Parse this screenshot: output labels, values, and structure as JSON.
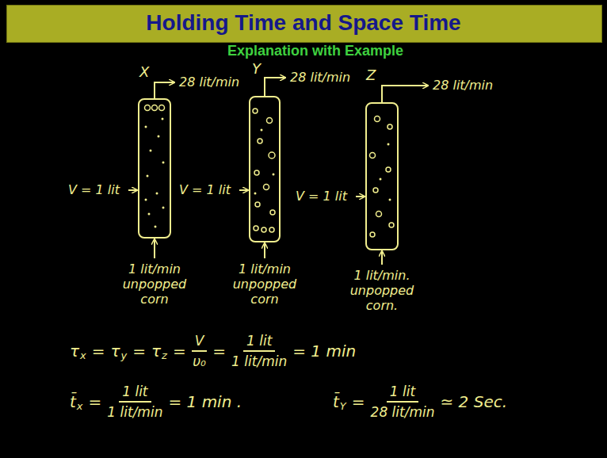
{
  "diagram": {
    "title": "Holding Time and Space Time",
    "labels": [
      "Explanation with Example",
      "X",
      "28 lit/min",
      "Y",
      "28 lit/min",
      "Z",
      "28 lit/min",
      "V = 1 lit",
      "V = 1 lit",
      "V = 1 lit",
      "1 lit/min unpopped corn",
      "1 lit/min unpopped corn",
      "1 lit/min. unpopped corn.",
      "τ",
      "x",
      "=",
      "τ",
      "y",
      "=",
      "τ",
      "z",
      "=",
      "V",
      "υ₀",
      "=",
      "1 lit",
      "1 lit/min",
      "= 1 min",
      "t̄",
      "x",
      "=",
      "1 lit",
      "1 lit/min",
      "= 1 min .",
      "t̄",
      "Y",
      "=",
      "1 lit",
      "28 lit/min",
      "≃ 2 Sec."
    ]
  }
}
